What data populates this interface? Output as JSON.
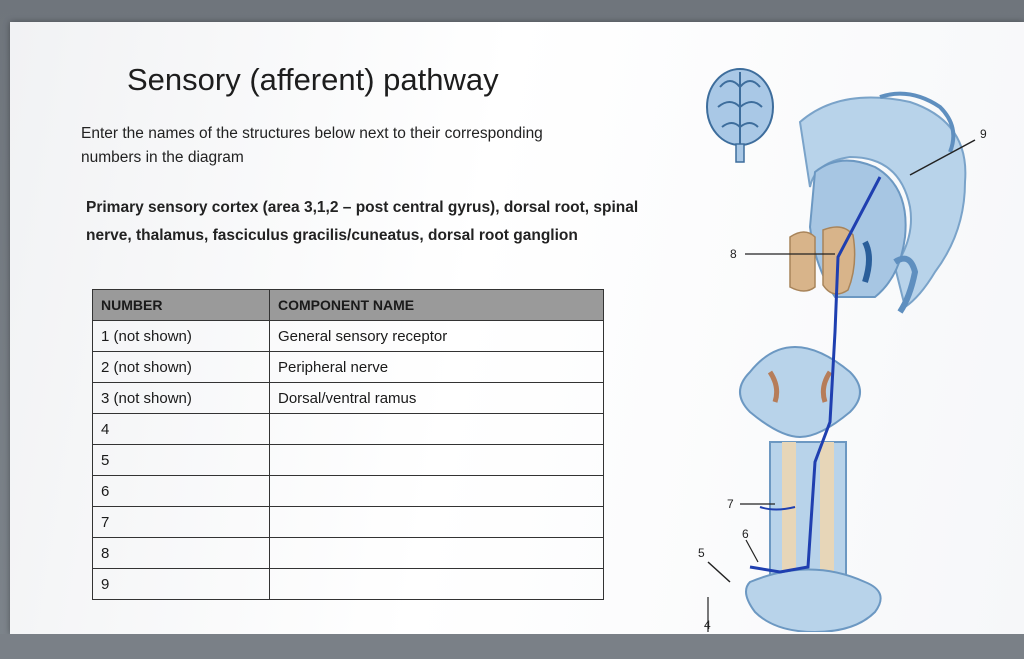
{
  "title": "Sensory (afferent) pathway",
  "instructions": "Enter the names of the structures below next to their corresponding numbers in the diagram",
  "structures": "Primary sensory cortex (area 3,1,2 – post central gyrus), dorsal root, spinal nerve, thalamus, fasciculus gracilis/cuneatus, dorsal root ganglion",
  "table": {
    "headers": {
      "number": "NUMBER",
      "component": "COMPONENT NAME"
    },
    "rows": [
      {
        "number": "1 (not shown)",
        "component": "General sensory receptor"
      },
      {
        "number": "2 (not shown)",
        "component": "Peripheral nerve"
      },
      {
        "number": "3 (not shown)",
        "component": "Dorsal/ventral ramus"
      },
      {
        "number": "4",
        "component": ""
      },
      {
        "number": "5",
        "component": ""
      },
      {
        "number": "6",
        "component": ""
      },
      {
        "number": "7",
        "component": ""
      },
      {
        "number": "8",
        "component": ""
      },
      {
        "number": "9",
        "component": ""
      }
    ]
  },
  "diagram_labels": {
    "l9": "9",
    "l8": "8",
    "l7": "7",
    "l6": "6",
    "l5": "5",
    "l4": "4"
  },
  "colors": {
    "tissue_blue": "#b8d3ea",
    "tissue_dark": "#5f8fbf",
    "pathway": "#1f3fb0",
    "gray_matter": "#d8b48a"
  }
}
